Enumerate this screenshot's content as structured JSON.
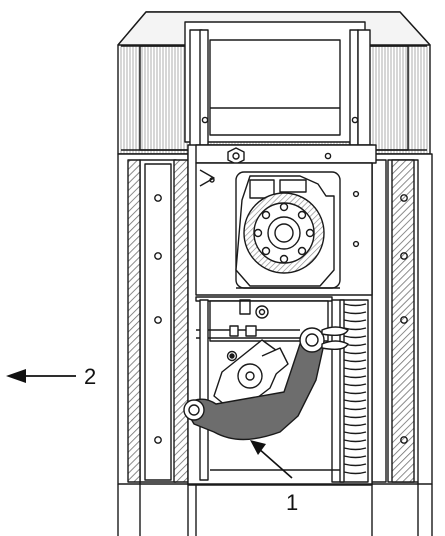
{
  "diagram": {
    "callouts": [
      {
        "id": "1",
        "label": "1",
        "target": "lever-arm"
      },
      {
        "id": "2",
        "label": "2",
        "target": "direction"
      }
    ],
    "colors": {
      "line": "#1a1a1a",
      "hatch": "#7a7a7a",
      "arm": "#6d6d6d",
      "gearHatch": "#8c8c8c",
      "background": "#ffffff"
    }
  }
}
